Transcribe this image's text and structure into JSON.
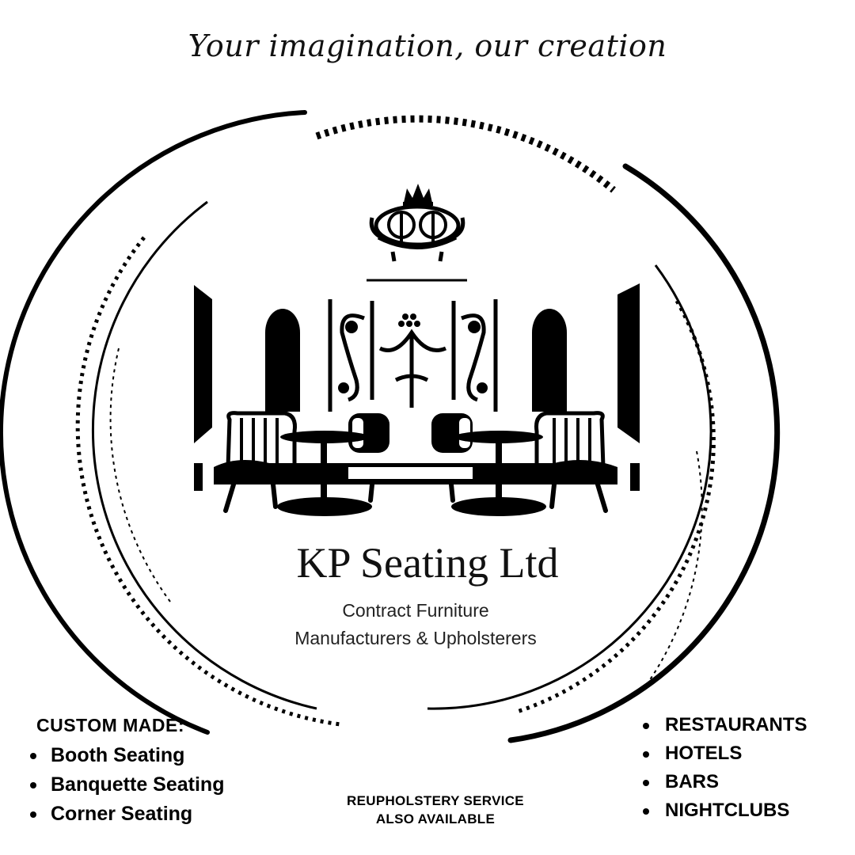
{
  "tagline": "Your imagination, our creation",
  "company": {
    "name": "KP Seating Ltd",
    "line1": "Contract Furniture",
    "line2": "Manufacturers & Upholsterers"
  },
  "custom_made": {
    "heading": "CUSTOM MADE:",
    "items": [
      "Booth Seating",
      "Banquette Seating",
      "Corner Seating"
    ]
  },
  "sectors": [
    "RESTAURANTS",
    "HOTELS",
    "BARS",
    "NIGHTCLUBS"
  ],
  "service_note": {
    "line1": "REUPHOLSTERY SERVICE",
    "line2": "ALSO AVAILABLE"
  },
  "icons": [
    "crown-icon",
    "kp-monogram-icon",
    "booth-seating-illustration"
  ],
  "colors": {
    "ink": "#000000",
    "background": "#ffffff"
  }
}
